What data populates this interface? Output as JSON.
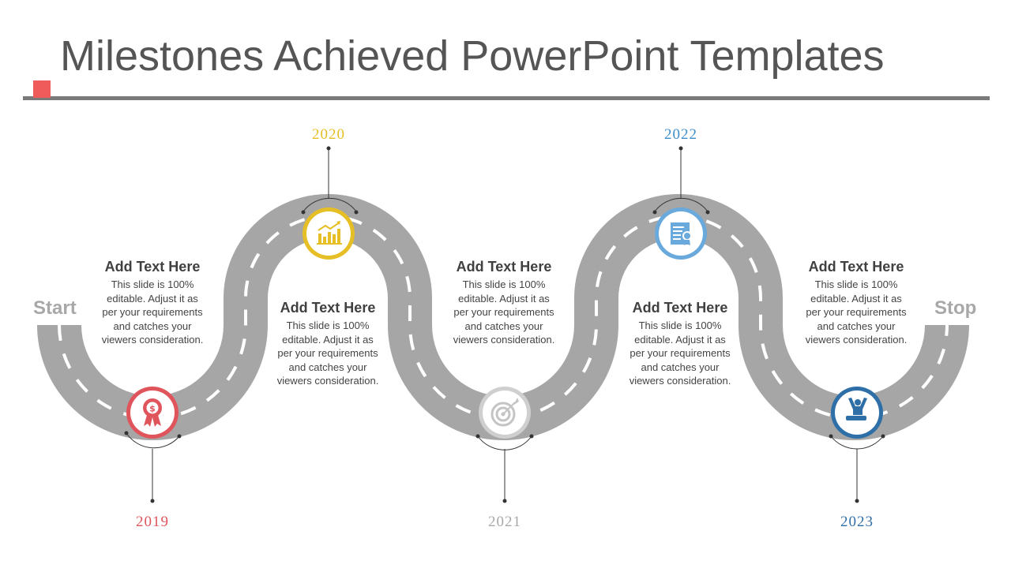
{
  "title": "Milestones Achieved PowerPoint Templates",
  "labels": {
    "start": "Start",
    "stop": "Stop"
  },
  "milestones": [
    {
      "year": "2019",
      "color": "#e0555c",
      "icon": "award-ribbon-icon"
    },
    {
      "year": "2020",
      "color": "#e6bf26",
      "icon": "bar-chart-growth-icon"
    },
    {
      "year": "2021",
      "color": "#bdbdbd",
      "icon": "target-dart-icon"
    },
    {
      "year": "2022",
      "color": "#6aa9dc",
      "icon": "certificate-document-icon"
    },
    {
      "year": "2023",
      "color": "#2f6fa8",
      "icon": "person-celebrating-icon"
    }
  ],
  "text_blocks": [
    {
      "heading": "Add Text Here",
      "body": [
        "This slide is 100%",
        "editable. Adjust it as",
        "per your requirements",
        "and catches your",
        "viewers consideration."
      ]
    },
    {
      "heading": "Add Text Here",
      "body": [
        "This slide is 100%",
        "editable. Adjust it as",
        "per your requirements",
        "and catches your",
        "viewers consideration."
      ]
    },
    {
      "heading": "Add Text Here",
      "body": [
        "This slide is 100%",
        "editable. Adjust it as",
        "per your requirements",
        "and catches your",
        "viewers consideration."
      ]
    },
    {
      "heading": "Add Text Here",
      "body": [
        "This slide is 100%",
        "editable. Adjust it as",
        "per your requirements",
        "and catches your",
        "viewers consideration."
      ]
    },
    {
      "heading": "Add Text Here",
      "body": [
        "This slide is 100%",
        "editable. Adjust it as",
        "per your requirements",
        "and catches your",
        "viewers consideration."
      ]
    }
  ],
  "colors": {
    "road": "#a6a6a6",
    "lane_marks": "#ffffff",
    "title_bar": "#7a7a7a",
    "accent": "#ef5b5b"
  }
}
